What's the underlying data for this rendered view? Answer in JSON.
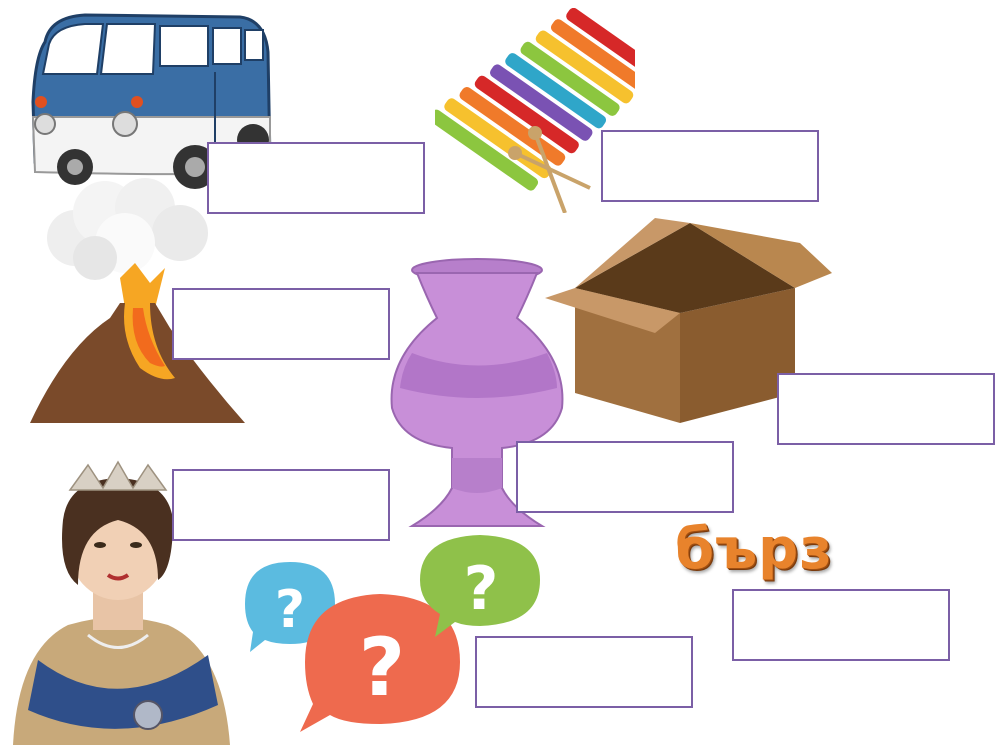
{
  "word_card": {
    "text": "бърз",
    "color": "#e8832c"
  },
  "answer_boxes": [
    {
      "name": "answer-box-van",
      "value": ""
    },
    {
      "name": "answer-box-xylophone",
      "value": ""
    },
    {
      "name": "answer-box-volcano",
      "value": ""
    },
    {
      "name": "answer-box-box",
      "value": ""
    },
    {
      "name": "answer-box-vase",
      "value": ""
    },
    {
      "name": "answer-box-queen",
      "value": ""
    },
    {
      "name": "answer-box-questions",
      "value": ""
    },
    {
      "name": "answer-box-word",
      "value": ""
    }
  ],
  "pictures": [
    "van-picture",
    "xylophone-picture",
    "volcano-picture",
    "cardboard-box-picture",
    "vase-picture",
    "queen-picture",
    "question-bubbles-picture"
  ],
  "colors": {
    "box_border": "#7b5fa6",
    "van": "#3a6ea5",
    "vase": "#c88fd8",
    "cardboard": "#a0703f"
  }
}
